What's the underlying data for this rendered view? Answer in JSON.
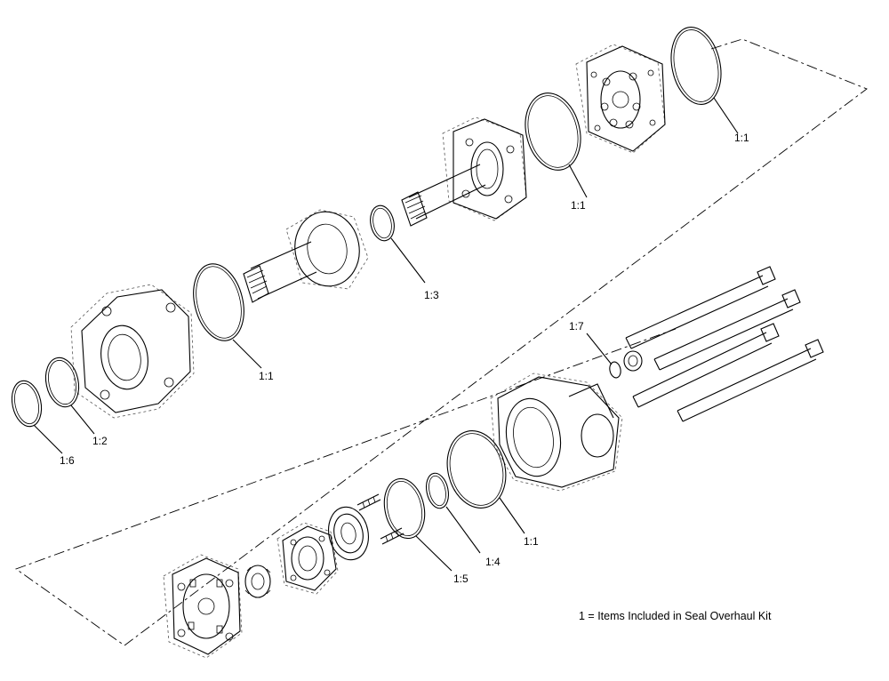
{
  "callouts": {
    "c1": "1:1",
    "c2": "1:1",
    "c3": "1:3",
    "c4": "1:1",
    "c5": "1:2",
    "c6": "1:6",
    "c7": "1:7",
    "c8": "1:1",
    "c9": "1:4",
    "c10": "1:5"
  },
  "legend": {
    "note": "1 = Items Included in Seal Overhaul Kit"
  }
}
